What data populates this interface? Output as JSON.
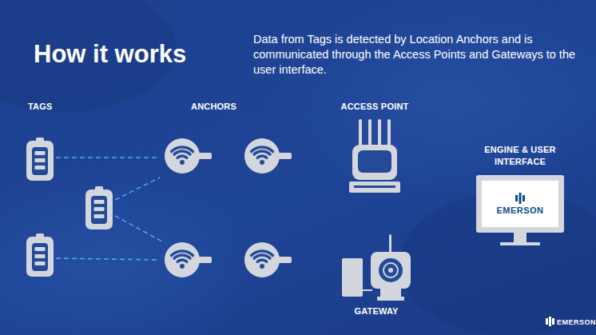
{
  "diagram": {
    "title": "How it works",
    "nodes": [
      {
        "text": [
          "ACCESS POINT"
        ]
      },
      {
        "text": [
          "GATEWAY"
        ]
      },
      {
        "text": [
          "ENGINE & USER INTERFACE",
          "EMERSON"
        ]
      }
    ],
    "labels": [
      "Data from Tags is detected by Location Anchors and is communicated through the Access Points and Gateways to the user interface.",
      "TAGS",
      "ANCHORS",
      "EMERSON"
    ]
  }
}
